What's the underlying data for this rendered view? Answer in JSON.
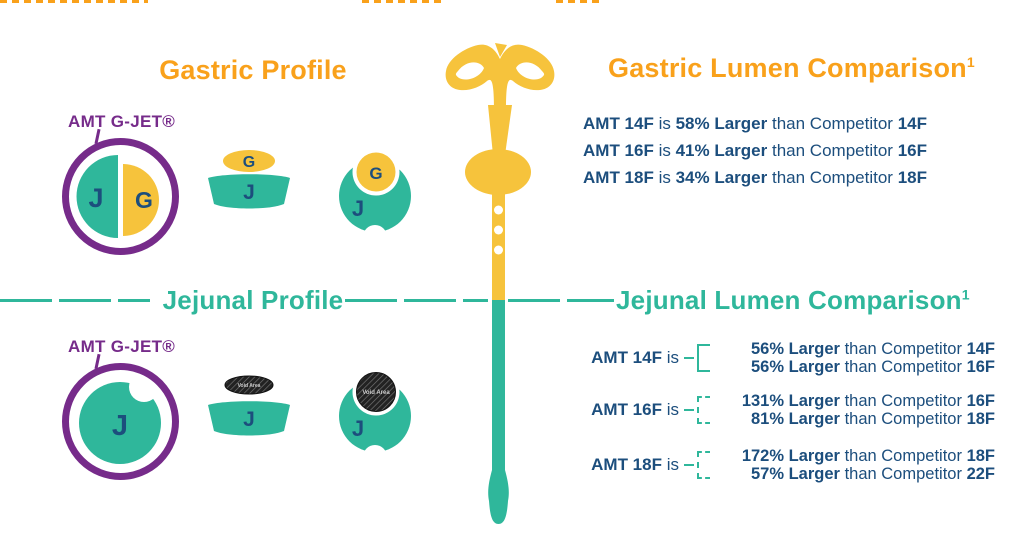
{
  "colors": {
    "orange": "#F9A11B",
    "yellow": "#F6C33C",
    "teal": "#2FB79B",
    "purple": "#762B8A",
    "navy": "#1C4E7D"
  },
  "gastric_profile": {
    "title": "Gastric Profile",
    "device_label": "AMT G-JET®",
    "lumen_j": "J",
    "lumen_g": "G"
  },
  "jejunal_profile": {
    "title": "Jejunal Profile",
    "device_label": "AMT G-JET®",
    "lumen_j": "J",
    "void_label": "Void Area"
  },
  "gastric_comparison": {
    "title": "Gastric Lumen Comparison",
    "footnote": "1",
    "rows": [
      {
        "amt": "AMT 14F",
        "is": "is",
        "value": "58% Larger",
        "than": "than Competitor",
        "size": "14F"
      },
      {
        "amt": "AMT 16F",
        "is": "is",
        "value": "41% Larger",
        "than": "than Competitor",
        "size": "16F"
      },
      {
        "amt": "AMT 18F",
        "is": "is",
        "value": "34% Larger",
        "than": "than Competitor",
        "size": "18F"
      }
    ]
  },
  "jejunal_comparison": {
    "title": "Jejunal Lumen Comparison",
    "footnote": "1",
    "groups": [
      {
        "amt": "AMT 14F",
        "is": "is",
        "lines": [
          {
            "value": "56% Larger",
            "than": "than Competitor",
            "size": "14F"
          },
          {
            "value": "56% Larger",
            "than": "than Competitor",
            "size": "16F"
          }
        ]
      },
      {
        "amt": "AMT 16F",
        "is": "is",
        "lines": [
          {
            "value": "131% Larger",
            "than": "than Competitor",
            "size": "16F"
          },
          {
            "value": "81% Larger",
            "than": "than Competitor",
            "size": "18F"
          }
        ]
      },
      {
        "amt": "AMT 18F",
        "is": "is",
        "lines": [
          {
            "value": "172% Larger",
            "than": "than Competitor",
            "size": "18F"
          },
          {
            "value": "57% Larger",
            "than": "than Competitor",
            "size": "22F"
          }
        ]
      }
    ]
  }
}
